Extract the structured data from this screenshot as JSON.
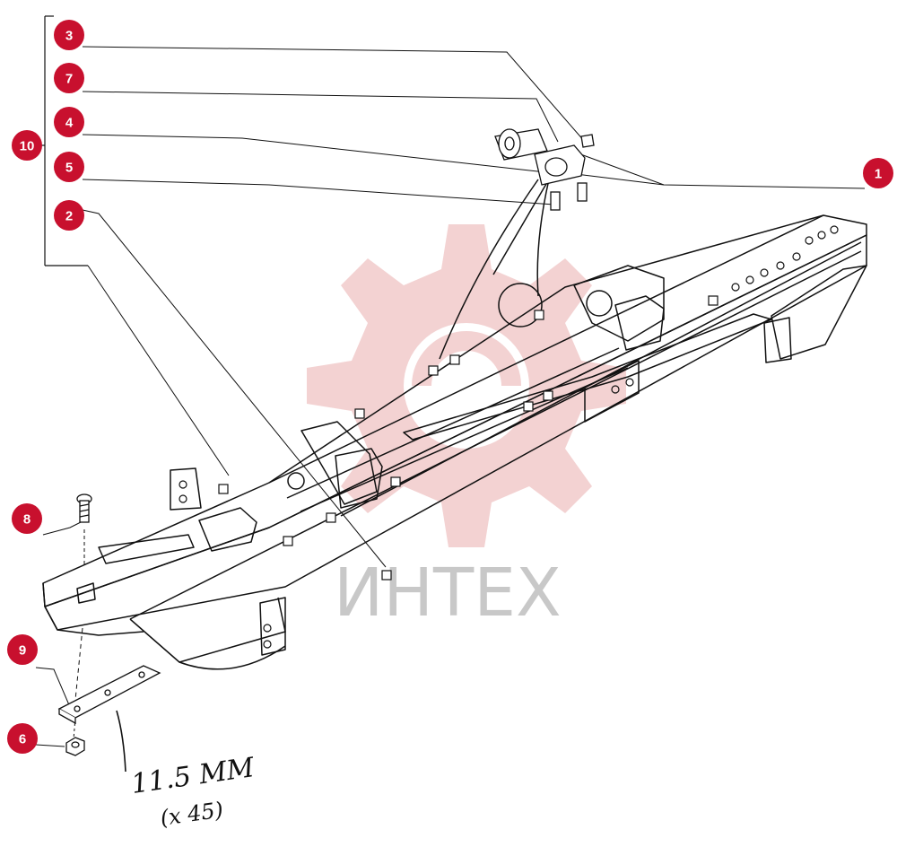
{
  "callouts": {
    "c1": "1",
    "c2": "2",
    "c3": "3",
    "c4": "4",
    "c5": "5",
    "c6": "6",
    "c7": "7",
    "c8": "8",
    "c9": "9",
    "c10": "10"
  },
  "watermark": {
    "text": "ИНТЕХ",
    "color": "#e9b3b3"
  },
  "handwritten_note": {
    "line1": "11.5 MM",
    "line2": "(x 45)"
  },
  "colors": {
    "callout": "#c8102e",
    "ink": "#111111"
  }
}
